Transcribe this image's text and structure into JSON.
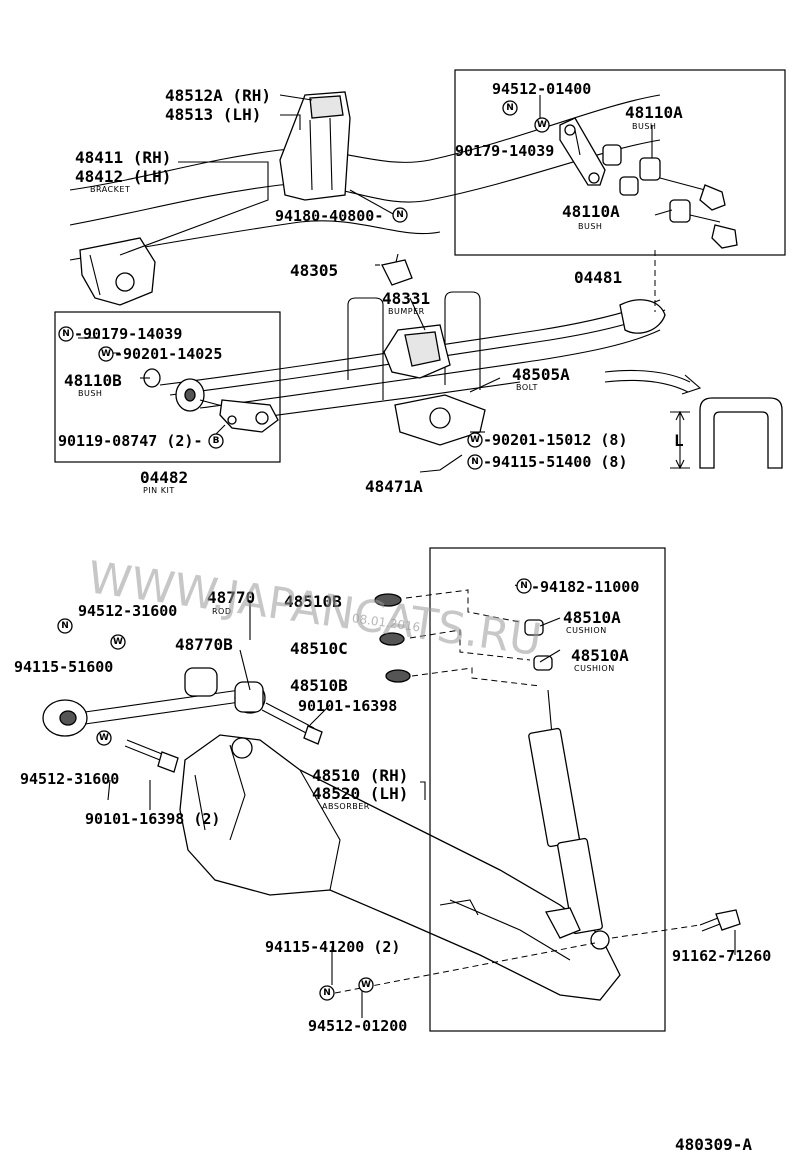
{
  "labels": {
    "p48512a": "48512A (RH)",
    "p48513": "48513  (LH)",
    "p48411": "48411 (RH)",
    "p48412": "48412 (LH)",
    "bracket": "BRACKET",
    "p94180": "94180-40800-",
    "p94512_01400": "94512-01400",
    "p90179_a": "90179-14039",
    "p48110a_1": "48110A",
    "bush1": "BUSH",
    "p48110a_2": "48110A",
    "bush2": "BUSH",
    "p04481": "04481",
    "p48305": "48305",
    "p48331": "48331",
    "bumper": "BUMPER",
    "p90179_b": "-90179-14039",
    "p90201_14025": "-90201-14025",
    "p48110b": "48110B",
    "bush3": "BUSH",
    "p90119": "90119-08747 (2)-",
    "p04482": "04482",
    "pinkit": "PIN KIT",
    "p48505a": "48505A",
    "bolt": "BOLT",
    "p90201_15012": "-90201-15012 (8)",
    "p94115_51400": "-94115-51400 (8)",
    "p48471a": "48471A",
    "dim_l": "L",
    "p94512_31600_a": "94512-31600",
    "p94115_51600": "94115-51600",
    "p48770": "48770",
    "rod": "ROD",
    "p48770b": "48770B",
    "p48510b_1": "48510B",
    "p48510c": "48510C",
    "p48510b_2": "48510B",
    "p94182": "-94182-11000",
    "p48510a_1": "48510A",
    "cushion1": "CUSHION",
    "p48510a_2": "48510A",
    "cushion2": "CUSHION",
    "p90101_a": "90101-16398",
    "p94512_31600_b": "94512-31600",
    "p90101_b": "90101-16398 (2)",
    "p48510rh": "48510 (RH)",
    "p48520lh": "48520 (LH)",
    "absorber": "ABSORBER",
    "p94115_41200": "94115-41200 (2)",
    "p94512_01200": "94512-01200",
    "p91162": "91162-71260",
    "diagram_id": "480309-A"
  },
  "symbols": {
    "n": "N",
    "w": "W",
    "b": "B"
  },
  "watermark": {
    "text": "WWW.JAPANCATS.RU",
    "date": "08.01.2016"
  }
}
